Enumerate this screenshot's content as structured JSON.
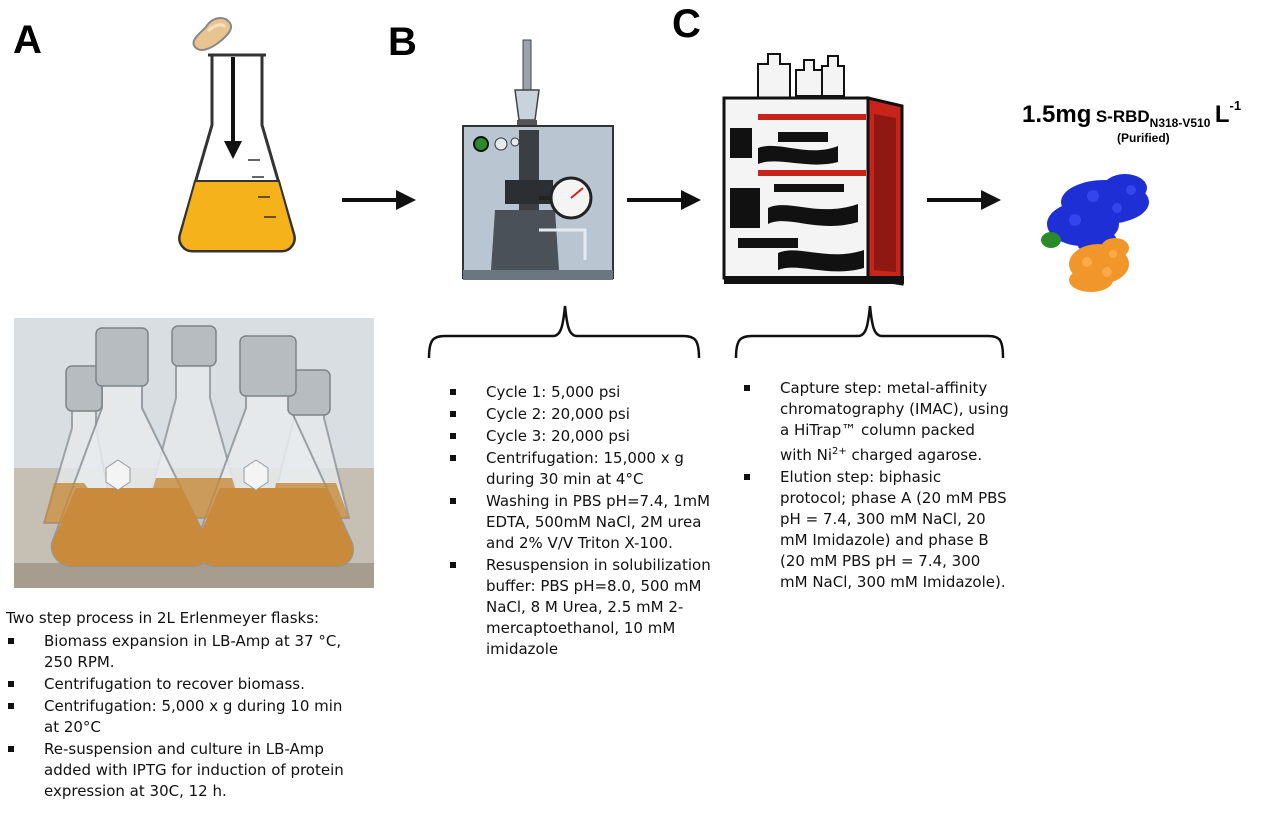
{
  "panels": {
    "a": {
      "letter": "A"
    },
    "b": {
      "letter": "B"
    },
    "c": {
      "letter": "C"
    }
  },
  "result": {
    "amount": "1.5mg",
    "protein": "S-RBD",
    "protein_subscript": "N318-V510",
    "unit": "L",
    "unit_superscript": "-1",
    "note": "(Purified)"
  },
  "panel_a": {
    "intro": "Two step process in 2L Erlenmeyer flasks:",
    "steps": [
      "Biomass expansion in LB-Amp at 37 °C, 250 RPM.",
      "Centrifugation to recover biomass.",
      "Centrifugation: 5,000 x g during 10 min at 20°C",
      "Re-suspension and culture  in LB-Amp added with IPTG for induction of protein expression at 30C, 12 h."
    ]
  },
  "panel_b": {
    "steps": [
      "Cycle 1: 5,000 psi",
      "Cycle 2: 20,000 psi",
      "Cycle 3: 20,000 psi",
      "Centrifugation: 15,000 x g during 30 min at 4°C",
      "Washing in PBS pH=7.4, 1mM EDTA, 500mM NaCl, 2M urea and 2% V/V Triton X-100.",
      "Resuspension in solubilization buffer: PBS pH=8.0, 500 mM NaCl, 8 M Urea, 2.5 mM 2-mercaptoethanol,  10 mM imidazole"
    ]
  },
  "panel_c": {
    "step1_text": "Capture step: metal-affinity chromatography (IMAC), using a HiTrap™ column packed with Ni",
    "step1_superscript": "2+",
    "step1_tail": " charged agarose.",
    "step2_text": "Elution step: biphasic protocol;  phase A (20 mM PBS pH = 7.4, 300 mM NaCl, 20 mM Imidazole) and phase B (20 mM  PBS pH = 7.4, 300 mM NaCl, 300 mM Imidazole)."
  },
  "colors": {
    "culture": "#f5b21a",
    "protein_main": "#1f2fd6",
    "protein_partner": "#f0962a",
    "protein_tag": "#2a8a2a",
    "instrument_accent": "#c9241b",
    "homogenizer_body": "#b9c6d2"
  },
  "icons": [
    "bacterium-icon",
    "erlenmeyer-flask-icon",
    "flask-culture-photo",
    "high-pressure-homogenizer-icon",
    "chromatography-system-icon",
    "protein-structure-icon",
    "arrow-right-icon",
    "bracket-icon"
  ]
}
